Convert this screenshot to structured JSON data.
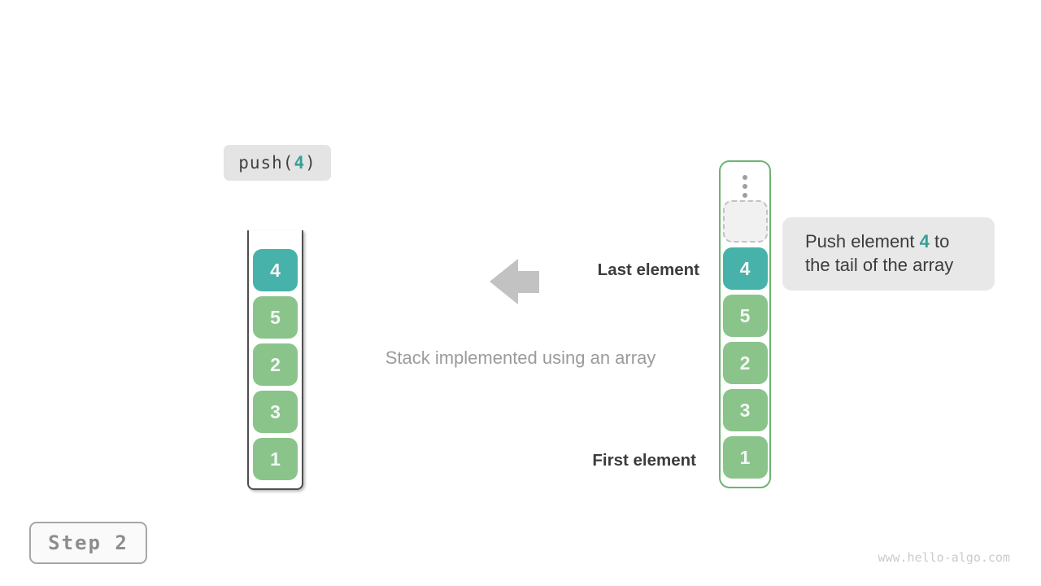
{
  "colors": {
    "teal": "#46b2aa",
    "teal-text": "#38a095",
    "green": "#8ac48b",
    "green-border": "#6db470",
    "cell-text": "#f4f7f5",
    "dark-text": "#3c3c3c",
    "gray-text": "#9b9b9b",
    "arrow": "#c2c2c2",
    "chip-bg": "#e4e4e4",
    "tooltip-bg": "#e8e8e8",
    "container-border": "#4f4f4f",
    "empty-bg": "#f1f1f1",
    "empty-border": "#c2c2c2",
    "dots": "#9e9e9e",
    "step-bg": "#fafafa",
    "step-border": "#a6a6a6",
    "step-text": "#8d8d8d",
    "watermark": "#cbcbcb"
  },
  "operation": {
    "prefix": "push(",
    "arg": "4",
    "suffix": ")"
  },
  "stacks": {
    "left": {
      "values": [
        "4",
        "5",
        "2",
        "3",
        "1"
      ],
      "highlight_index": 0
    },
    "right": {
      "values": [
        "4",
        "5",
        "2",
        "3",
        "1"
      ],
      "highlight_index": 0,
      "has_empty_slot": true
    }
  },
  "icons": {
    "vertical_ellipsis": "⋮",
    "left_arrow": "⬅"
  },
  "labels": {
    "last_element": "Last element",
    "first_element": "First element",
    "caption": "Stack implemented using an array"
  },
  "tooltip": {
    "line1_pre": "Push element ",
    "highlight": "4",
    "line1_post": " to",
    "line2": "the tail of the array"
  },
  "step": {
    "label": "Step 2"
  },
  "watermark": "www.hello-algo.com"
}
